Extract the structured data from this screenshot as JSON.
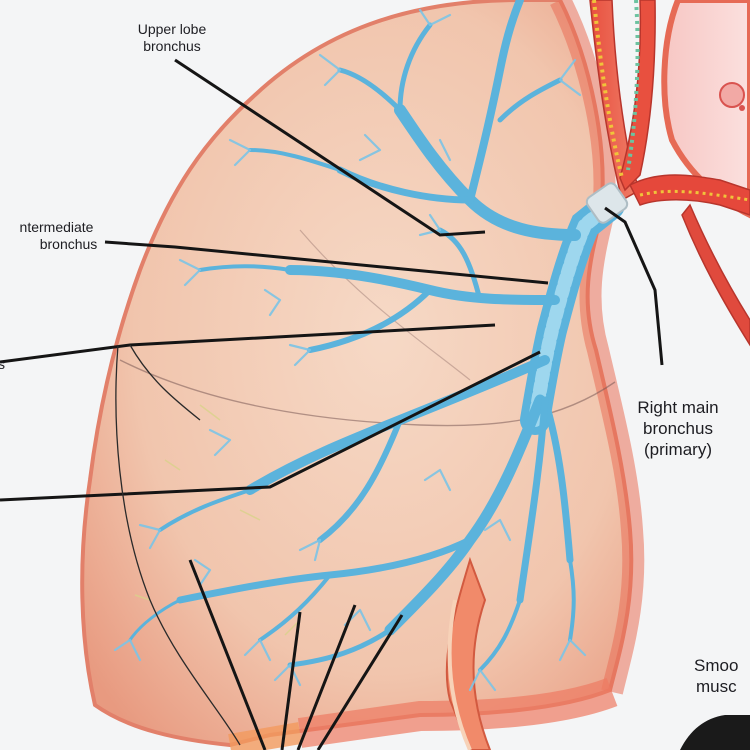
{
  "labels": {
    "upper_lobe": {
      "line1": "Upper lobe",
      "line2": "bronchus"
    },
    "intermediate": {
      "line1": "ntermediate",
      "line2": "bronchus"
    },
    "partial": {
      "text": "s"
    },
    "right_main": {
      "line1": "Right main",
      "line2": "bronchus",
      "line3": "(primary)"
    },
    "smooth_muscle": {
      "line1": "Smoo",
      "line2": "musc"
    }
  },
  "colors": {
    "background": "#f4f5f6",
    "lung_tissue": "#f2cdb6",
    "lung_edge": "#e07a5f",
    "bronchi": "#5bb3dc",
    "vessel_red": "#e2463b",
    "leader_line": "#151515"
  }
}
